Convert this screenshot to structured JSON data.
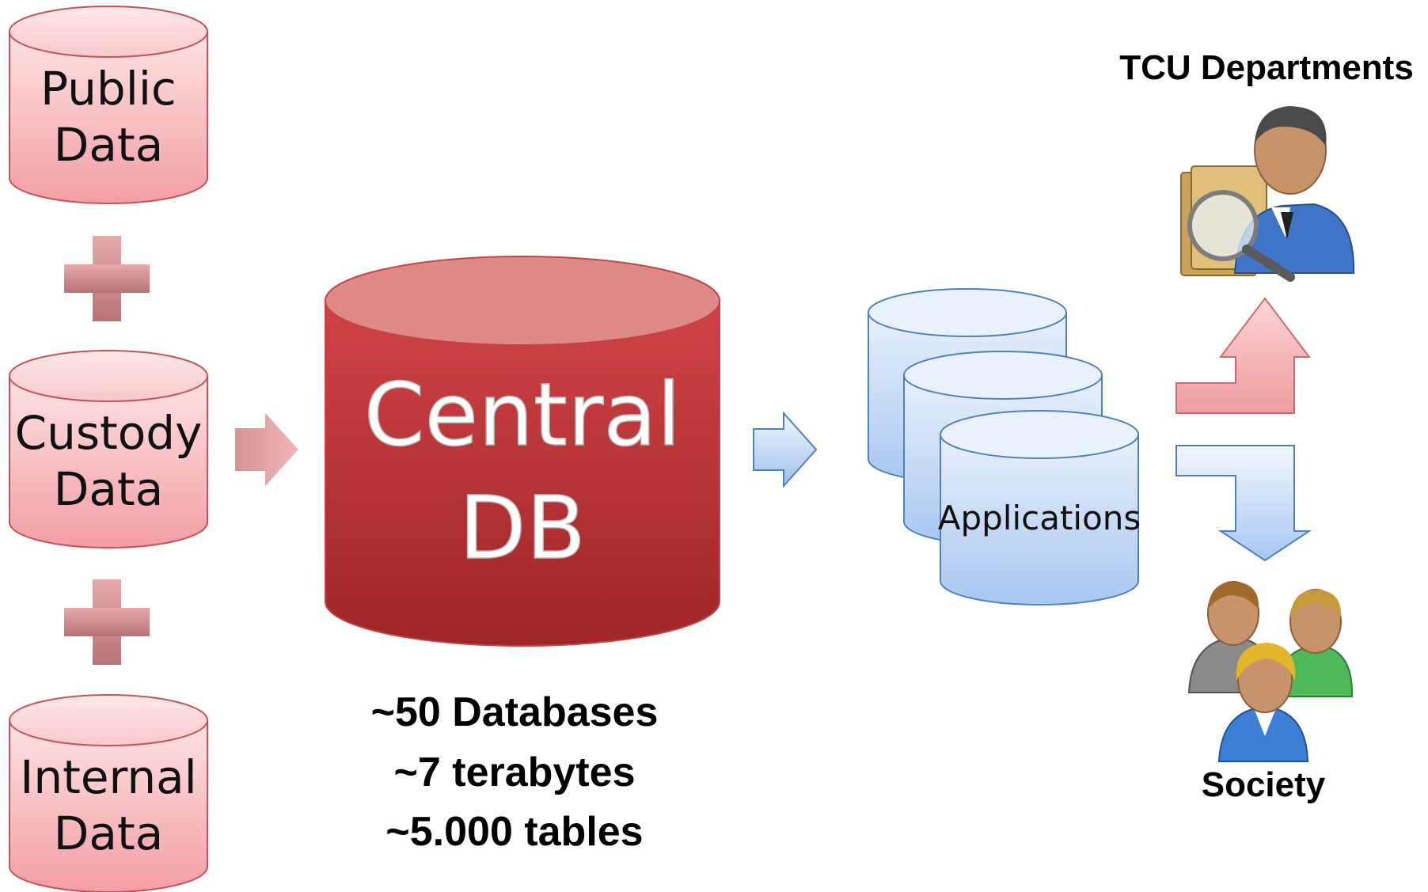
{
  "sources": [
    {
      "line1": "Public",
      "line2": "Data"
    },
    {
      "line1": "Custody",
      "line2": "Data"
    },
    {
      "line1": "Internal",
      "line2": "Data"
    }
  ],
  "central": {
    "line1": "Central",
    "line2": "DB"
  },
  "stats": [
    "~50 Databases",
    "~7 terabytes",
    "~5.000 tables"
  ],
  "applications": {
    "label": "Applications"
  },
  "targets": {
    "departments": "TCU Departments",
    "society": "Society"
  },
  "icons": [
    "plus-icon",
    "arrow-right-icon",
    "person-magnifier-icon",
    "people-group-icon",
    "arrow-up-icon",
    "arrow-down-icon"
  ],
  "colors": {
    "source_fill": "#f7b8bc",
    "central_fill": "#c0363a",
    "app_fill": "#c9dcf7",
    "arrow_red": "#f2a9ad",
    "arrow_blue": "#bcd4f5"
  }
}
